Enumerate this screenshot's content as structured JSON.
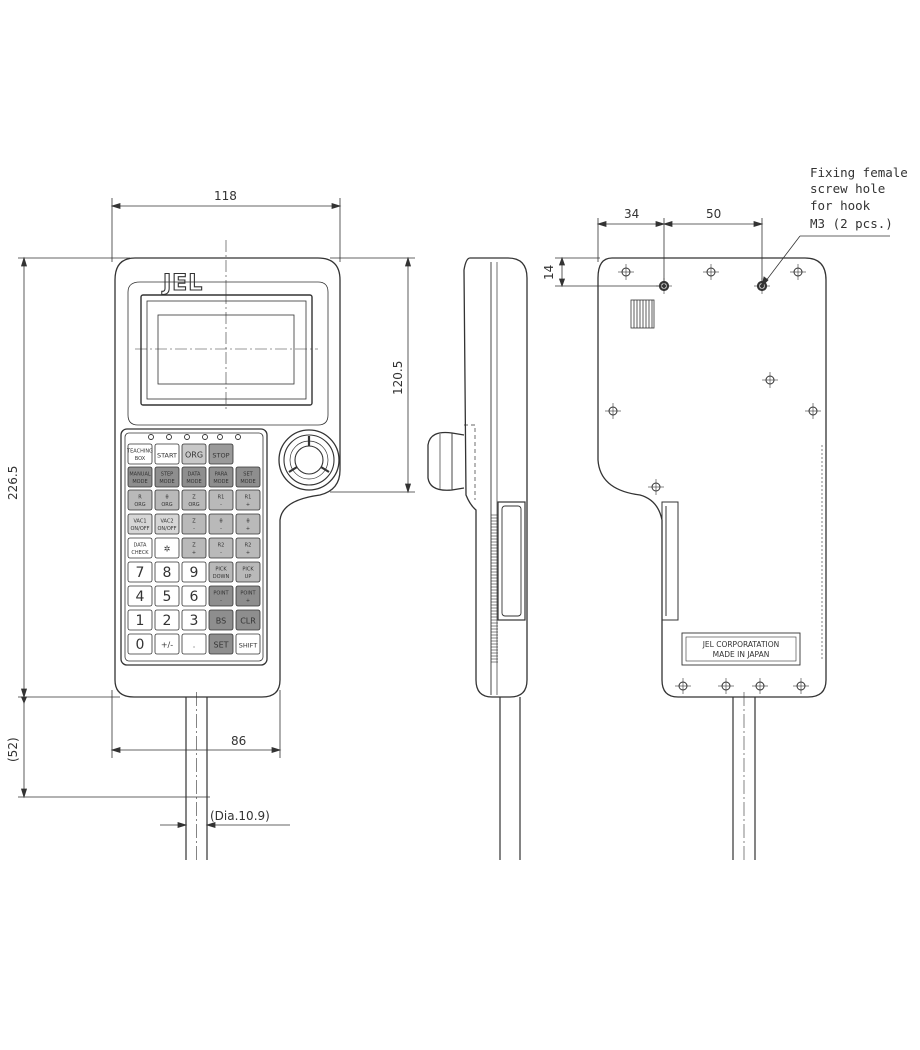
{
  "dimensions": {
    "front_width": "118",
    "total_height": "226.5",
    "top_section_height": "120.5",
    "cable_length": "(52)",
    "lower_width": "86",
    "cable_diameter": "(Dia.10.9)",
    "back_offset_34": "34",
    "back_offset_50": "50",
    "back_offset_14": "14"
  },
  "logo": "JEL",
  "note": {
    "line1": "Fixing female",
    "line2": "screw hole",
    "line3": "for hook",
    "line4": "M3 (2 pcs.)"
  },
  "nameplate": {
    "line1": "JEL CORPORATATION",
    "line2": "MADE IN JAPAN"
  },
  "keypad": [
    [
      "TEACHING BOX",
      "START",
      "ORG",
      "STOP"
    ],
    [
      "MANUAL MODE",
      "STEP MODE",
      "DATA MODE",
      "PARA MODE",
      "SET MODE"
    ],
    [
      "R ORG",
      "θ ORG",
      "Z ORG",
      "R1 -",
      "R1 +"
    ],
    [
      "VAC1 ON/OFF",
      "VAC2 ON/OFF",
      "Z -",
      "θ -",
      "θ +"
    ],
    [
      "DATA CHECK",
      "✲",
      "Z +",
      "R2 -",
      "R2 +"
    ],
    [
      "7",
      "8",
      "9",
      "PICK DOWN",
      "PICK UP"
    ],
    [
      "4",
      "5",
      "6",
      "POINT -",
      "POINT +"
    ],
    [
      "1",
      "2",
      "3",
      "BS",
      "CLR"
    ],
    [
      "0",
      "+/-",
      ".",
      "SET",
      "SHIFT"
    ]
  ]
}
